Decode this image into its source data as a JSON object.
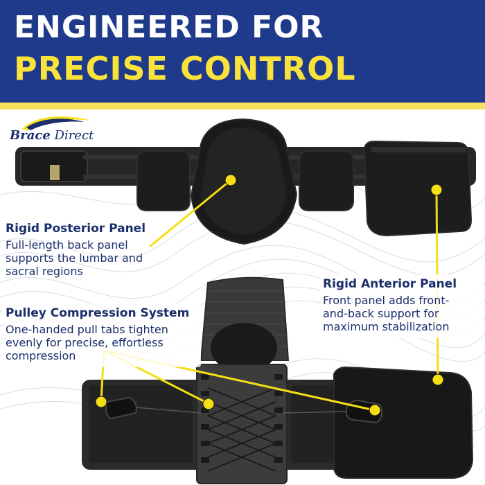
{
  "header": {
    "title_line1": "ENGINEERED FOR",
    "title_line2": "PRECISE CONTROL"
  },
  "brand": {
    "logo_word1": "Brace",
    "logo_word2": "Direct"
  },
  "callouts": [
    {
      "title": "Rigid Posterior Panel",
      "desc_lines": [
        "Full-length back panel",
        "supports the lumbar and",
        "sacral regions"
      ]
    },
    {
      "title": "Rigid Anterior Panel",
      "desc_lines": [
        "Front panel adds front-",
        "and-back support for",
        "maximum stabilization"
      ]
    },
    {
      "title": "Pulley Compression System",
      "desc_lines": [
        "One-handed pull tabs tighten",
        "evenly for precise, effortless",
        "compression"
      ]
    }
  ],
  "colors": {
    "header_bg": "#1f3a8a",
    "title_white": "#ffffff",
    "title_yellow": "#f8e23b",
    "callout_text": "#1a2e6b",
    "pointer_yellow": "#f5de14",
    "product_black": "#1c1c1c"
  }
}
